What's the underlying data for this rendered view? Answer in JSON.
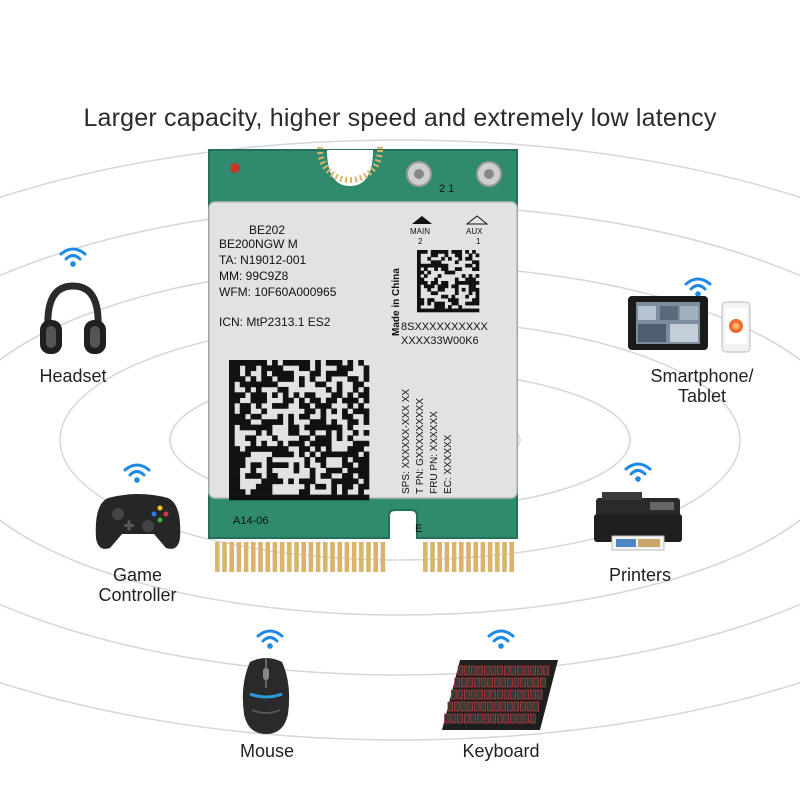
{
  "headline": "Larger capacity, higher speed and extremely low latency",
  "card": {
    "model": "BE202",
    "part": "BE200NGW M",
    "ta": "TA: N19012-001",
    "mm": "MM: 99C9Z8",
    "wfm": "WFM: 10F60A000965",
    "icn": "ICN: MtP2313.1 ES2",
    "made_in": "Made in China",
    "serial": "8SXXXXXXXXXX",
    "serial2": "XXXX33W00K6",
    "sps": "SPS: XXXXXX-XXX XX",
    "tpn": "T PN: GXXXXXXXXX",
    "frupn": "FRU PN: XXXXXX",
    "ec": "EC: XXXXXX",
    "main_label": "MAIN",
    "main_num": "2",
    "aux_label": "AUX",
    "aux_num": "1",
    "connector_nums": "2 1",
    "pcb_text": "A14-06",
    "pcb_e": "E"
  },
  "devices": {
    "headset": "Headset",
    "smartphone_line1": "Smartphone/",
    "smartphone_line2": "Tablet",
    "game_line1": "Game",
    "game_line2": "Controller",
    "printers": "Printers",
    "mouse": "Mouse",
    "keyboard": "Keyboard"
  },
  "colors": {
    "pcb_green": "#2f8a6e",
    "shield": "#e2e2e2",
    "gold": "#d9b46a",
    "wifi_blue": "#1e88e5"
  }
}
